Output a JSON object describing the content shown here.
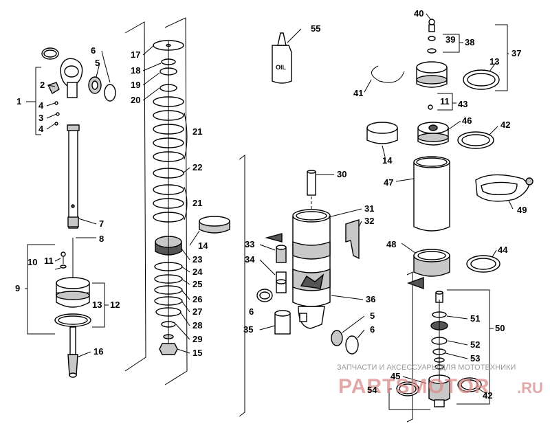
{
  "watermark": {
    "caption": "ЗАПЧАСТИ И АКСЕССУАРЫ ДЛЯ МОТОТЕХНИКИ",
    "brand": "PARTSMOTOR",
    "domain": ".RU"
  },
  "oil_label": "OIL",
  "callouts": [
    "1",
    "2",
    "3",
    "4",
    "4",
    "5",
    "6",
    "7",
    "8",
    "9",
    "10",
    "11",
    "12",
    "13",
    "16",
    "17",
    "18",
    "19",
    "20",
    "21",
    "22",
    "21",
    "14",
    "23",
    "24",
    "25",
    "26",
    "27",
    "28",
    "29",
    "15",
    "30",
    "31",
    "32",
    "33",
    "34",
    "36",
    "6",
    "35",
    "5",
    "6",
    "40",
    "39",
    "38",
    "37",
    "13",
    "41",
    "11",
    "43",
    "46",
    "42",
    "14",
    "47",
    "49",
    "48",
    "44",
    "51",
    "50",
    "52",
    "53",
    "45",
    "54",
    "42",
    "55"
  ]
}
